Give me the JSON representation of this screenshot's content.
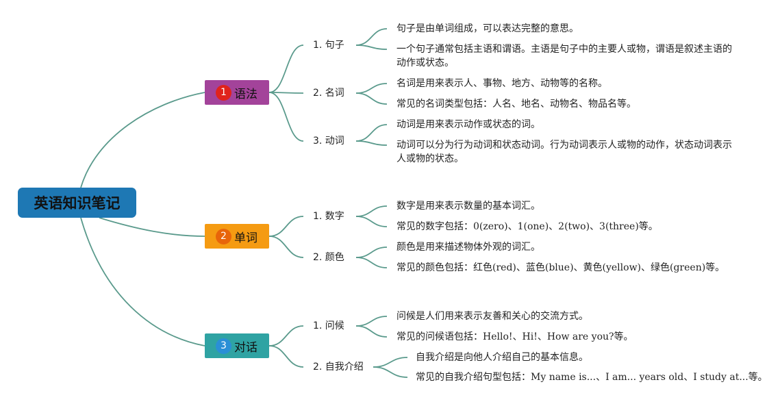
{
  "root": {
    "label": "英语知识笔记"
  },
  "branches": [
    {
      "num": "1",
      "label": "语法",
      "color": "#a3439a",
      "num_color": "#e0231c",
      "subs": [
        {
          "label": "1. 句子",
          "leaves": [
            "句子是由单词组成，可以表达完整的意思。",
            "一个句子通常包括主语和谓语。主语是句子中的主要人或物，谓语是叙述主语的动作或状态。"
          ]
        },
        {
          "label": "2. 名词",
          "leaves": [
            "名词是用来表示人、事物、地方、动物等的名称。",
            "常见的名词类型包括：人名、地名、动物名、物品名等。"
          ]
        },
        {
          "label": "3. 动词",
          "leaves": [
            "动词是用来表示动作或状态的词。",
            "动词可以分为行为动词和状态动词。行为动词表示人或物的动作，状态动词表示人或物的状态。"
          ]
        }
      ]
    },
    {
      "num": "2",
      "label": "单词",
      "color": "#f59b12",
      "num_color": "#e8650a",
      "subs": [
        {
          "label": "1. 数字",
          "leaves": [
            "数字是用来表示数量的基本词汇。",
            "常见的数字包括：0(zero)、1(one)、2(two)、3(three)等。"
          ]
        },
        {
          "label": "2. 颜色",
          "leaves": [
            "颜色是用来描述物体外观的词汇。",
            "常见的颜色包括：红色(red)、蓝色(blue)、黄色(yellow)、绿色(green)等。"
          ]
        }
      ]
    },
    {
      "num": "3",
      "label": "对话",
      "color": "#2fa3a3",
      "num_color": "#2a8fd6",
      "subs": [
        {
          "label": "1. 问候",
          "leaves": [
            "问候是人们用来表示友善和关心的交流方式。",
            "常见的问候语包括：Hello!、Hi!、How are you?等。"
          ]
        },
        {
          "label": "2. 自我介绍",
          "leaves": [
            "自我介绍是向他人介绍自己的基本信息。",
            "常见的自我介绍句型包括：My name is...、I am... years old、I study at...等。"
          ]
        }
      ]
    }
  ]
}
